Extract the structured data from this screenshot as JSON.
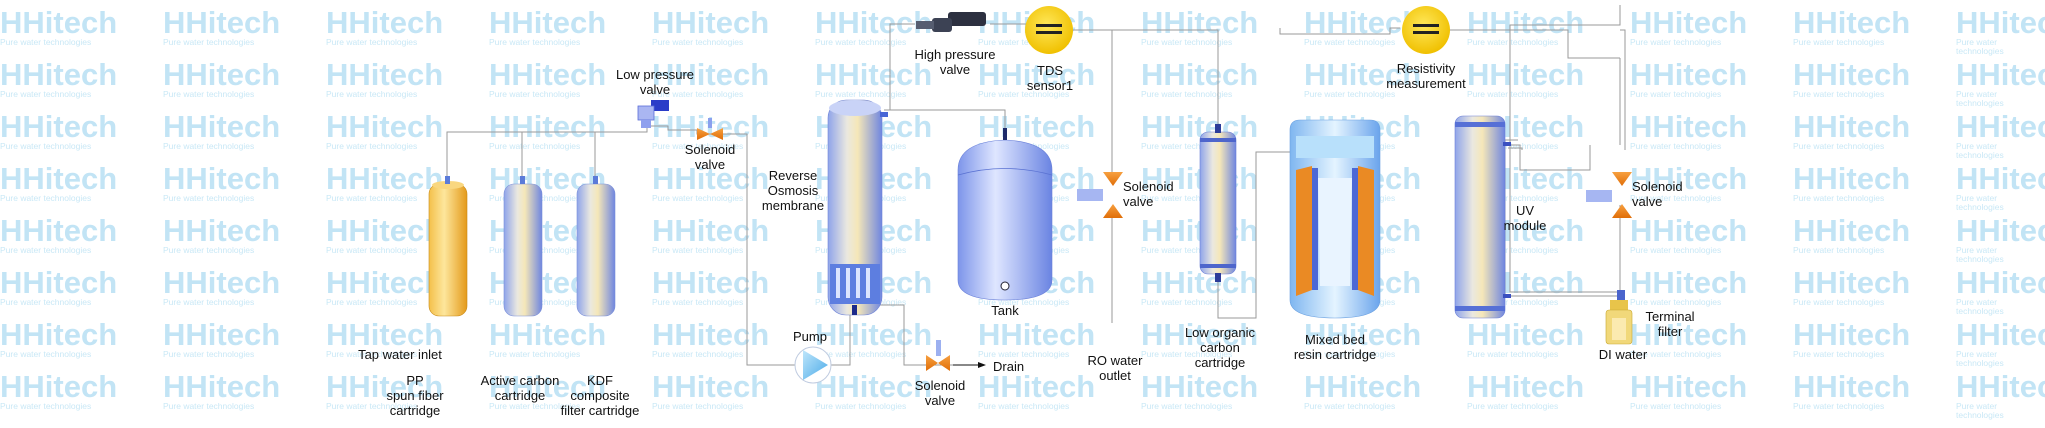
{
  "watermark": {
    "brand": "HHitech",
    "tagline": "Pure water technologies"
  },
  "labels": {
    "tap_water_inlet": "Tap water inlet",
    "pp_cartridge": "PP\nspun fiber\ncartridge",
    "active_carbon": "Active carbon\ncartridge",
    "kdf_cartridge": "KDF\ncomposite\nfilter cartridge",
    "low_pressure_valve": "Low pressure\nvalve",
    "solenoid_valve_1": "Solenoid\nvalve",
    "ro_membrane": "Reverse\nOsmosis\nmembrane",
    "high_pressure_valve": "High pressure\nvalve",
    "tds_sensor": "TDS\nsensor1",
    "pump": "Pump",
    "solenoid_valve_drain": "Solenoid\nvalve",
    "drain": "Drain",
    "tank": "Tank",
    "solenoid_valve_2": "Solenoid\nvalve",
    "ro_water_outlet": "RO water\noutlet",
    "low_organic_carbon": "Low organic\ncarbon\ncartridge",
    "mixed_bed": "Mixed bed\nresin cartridge",
    "resistivity": "Resistivity\nmeasurement",
    "uv_module": "UV\nmodule",
    "solenoid_valve_3": "Solenoid\nvalve",
    "terminal_filter": "Terminal\nfilter",
    "di_water": "DI water"
  },
  "colors": {
    "pipe": "#9a9a9a",
    "valve": "#f08a1c",
    "sensor": "#f5c800",
    "pp": "#f0b030",
    "vessel": "#a9b8f0"
  }
}
